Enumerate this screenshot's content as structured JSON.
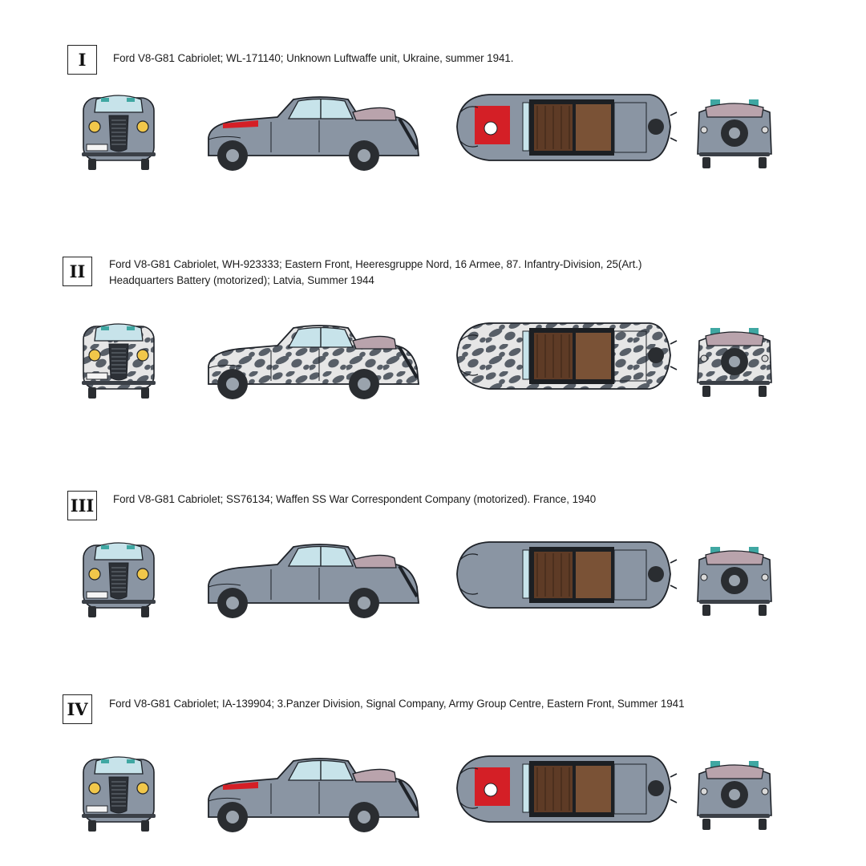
{
  "schemes": [
    {
      "numeral": "I",
      "caption_lines": [
        "Ford V8-G81 Cabriolet; WL-171140; Unknown Luftwaffe unit, Ukraine, summer 1941."
      ],
      "livery": "grey",
      "body_color": "#8a95a3",
      "hood_marking": "red-white-flag",
      "side_hood_red_stripe": true,
      "rear_tarp_color": "#b9a3ac"
    },
    {
      "numeral": "II",
      "caption_lines": [
        "Ford V8-G81 Cabriolet, WH-923333;  Eastern Front, Heeresgruppe Nord, 16 Armee, 87. Infantry-Division, 25(Art.)",
        "Headquarters Battery (motorized); Latvia, Summer 1944"
      ],
      "livery": "winter-camouflage",
      "body_color": "#e6e6e6",
      "camo_color": "#585f68",
      "hood_marking": "none",
      "side_hood_red_stripe": false,
      "rear_tarp_color": "#b9a3ac"
    },
    {
      "numeral": "III",
      "caption_lines": [
        "Ford V8-G81 Cabriolet; SS76134; Waffen SS War Correspondent Company (motorized). France, 1940"
      ],
      "livery": "grey",
      "body_color": "#8a95a3",
      "hood_marking": "none",
      "side_hood_red_stripe": false,
      "rear_tarp_color": "#b9a3ac"
    },
    {
      "numeral": "IV",
      "caption_lines": [
        "Ford V8-G81 Cabriolet; IA-139904; 3.Panzer Division, Signal Company, Army Group Centre, Eastern Front, Summer 1941"
      ],
      "livery": "grey",
      "body_color": "#8a95a3",
      "hood_marking": "red-white-flag",
      "side_hood_red_stripe": true,
      "rear_tarp_color": "#b9a3ac"
    }
  ],
  "colors": {
    "outline": "#1e2228",
    "window_glass": "#c7e3ea",
    "interior_wood": "#5e3b26",
    "interior_light": "#7a5236",
    "seat_teal": "#3fa7a2",
    "tire": "#2a2d31",
    "marking_red": "#d41f26"
  },
  "icons": {
    "front_view": "car-front-view-icon",
    "side_view": "car-side-view-icon",
    "top_view": "car-top-view-icon",
    "rear_view": "car-rear-view-icon"
  }
}
